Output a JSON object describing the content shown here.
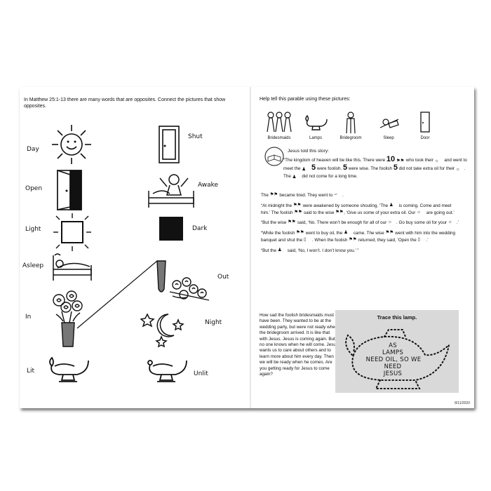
{
  "left": {
    "intro": "In Matthew 25:1-13 there are many words that are opposites. Connect the pictures that show opposites.",
    "left_words": [
      "Day",
      "Open",
      "Light",
      "Asleep",
      "In",
      "Lit"
    ],
    "right_words": [
      "Shut",
      "Awake",
      "Dark",
      "Out",
      "Night",
      "Unlit"
    ]
  },
  "right": {
    "heading": "Help tell this parable using these pictures:",
    "legend": [
      "Bridesmaids",
      "Lamps",
      "Bridegroom",
      "Sleep",
      "Door"
    ],
    "story_intro": "Jesus told this story:",
    "story": {
      "p1a": "“The kingdom of heaven will be like this. There were",
      "n10": "10",
      "p1b": "who took their",
      "p1c": "and went to meet the",
      "n5a": "5",
      "p1d": "were foolish.",
      "n5b": "5",
      "p1e": "were wise. The foolish",
      "n5c": "5",
      "p1f": "did not take extra oil for their",
      "p1g": ". The",
      "p1h": "did not come for a long time.",
      "p2a": "The",
      "p2b": "became tired. They went to",
      "p3a": "“At midnight the",
      "p3b": "were awakened by someone shouting, ‘The",
      "p3c": "is coming. Come and meet him.’ The foolish",
      "p3d": "said to the wise",
      "p3e": ", ‘Give us some of your extra oil. Our",
      "p3f": "are going out.’",
      "p4a": "“But the wise",
      "p4b": "said, ‘No. There won’t be enough for all of our",
      "p4c": ". Go buy some oil for your",
      "p4d": ".’",
      "p5a": "“While the foolish",
      "p5b": "went to buy oil, the",
      "p5c": "came. The wise",
      "p5d": "went with him into the wedding banquet and shut the",
      "p5e": ". When the foolish",
      "p5f": "returned, they said, ‘Open the",
      "p5g": ".’",
      "p6a": "“But the",
      "p6b": "said, ‘No, I won’t. I don’t know you.’ ”"
    },
    "closing": "How sad the foolish bridesmaids must have been. They wanted to be at the wedding party, but were not ready when the bridegroom arrived. It is like that with Jesus. Jesus is coming again. But no one knows when he will come. Jesus wants us to care about others and to learn more about him every day. Then we will be ready when he comes. Are you getting ready for Jesus to come again?",
    "trace": {
      "title": "Trace this lamp.",
      "line1": "AS",
      "line2": "LAMPS",
      "line3": "NEED OIL, SO WE",
      "line4": "NEED",
      "line5": "JESUS"
    },
    "footer": "8/11/2020"
  }
}
